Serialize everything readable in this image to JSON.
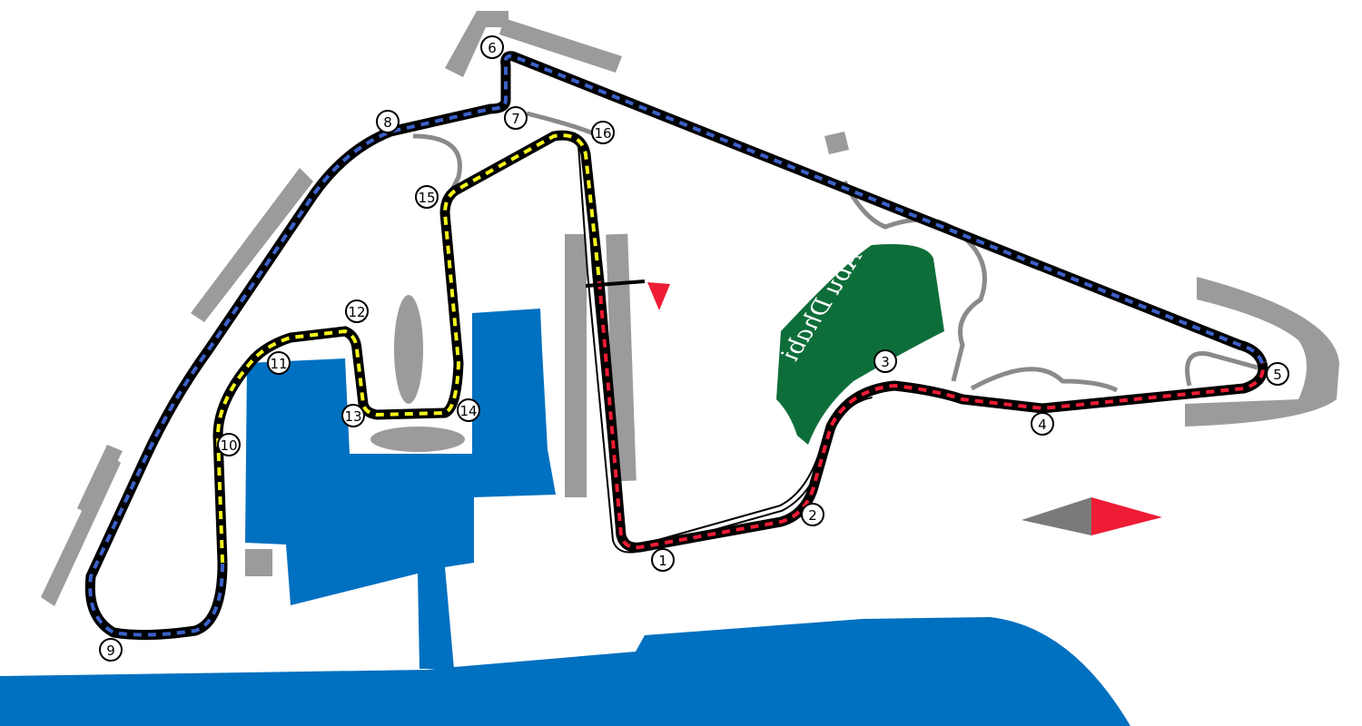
{
  "colors": {
    "water": "#0070c0",
    "green_area": "#0e6e3a",
    "buildings": "#9b9b9b",
    "track": "#000000",
    "sector1": "#ee1c35",
    "sector2": "#3c60c8",
    "sector3": "#f5f51a",
    "direction_arrow": "#ee1c35",
    "compass_dark": "#7a7a7a"
  },
  "logo_text": "Abu Dhabi",
  "turns": [
    "1",
    "2",
    "3",
    "4",
    "5",
    "6",
    "7",
    "8",
    "9",
    "10",
    "11",
    "12",
    "13",
    "14",
    "15",
    "16"
  ]
}
